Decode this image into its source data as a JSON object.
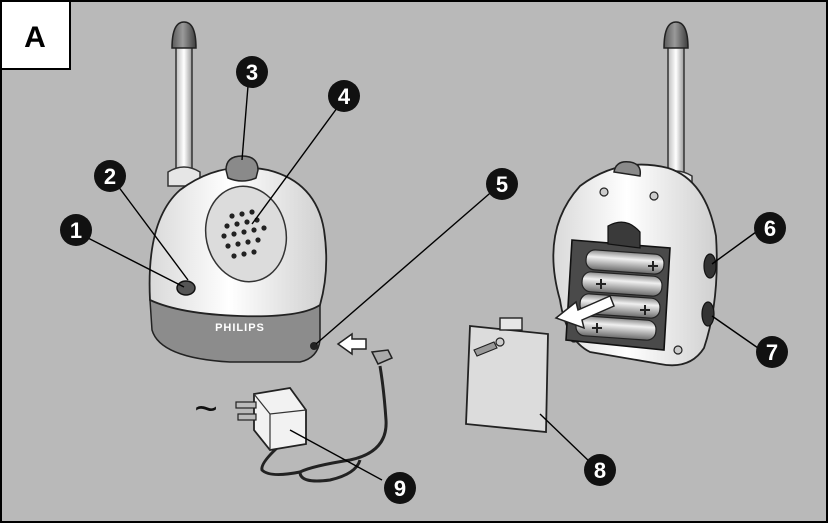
{
  "figure": {
    "panel_label": "A",
    "brand_text": "PHILIPS",
    "ac_symbol": "~",
    "callouts": [
      "1",
      "2",
      "3",
      "4",
      "5",
      "6",
      "7",
      "8",
      "9"
    ]
  },
  "colors": {
    "background": "#b9b9b9",
    "frame": "#000000",
    "device_body": "#f2f2f2",
    "device_base": "#8c8c8c",
    "callout_fill": "#111111",
    "callout_text": "#ffffff"
  }
}
